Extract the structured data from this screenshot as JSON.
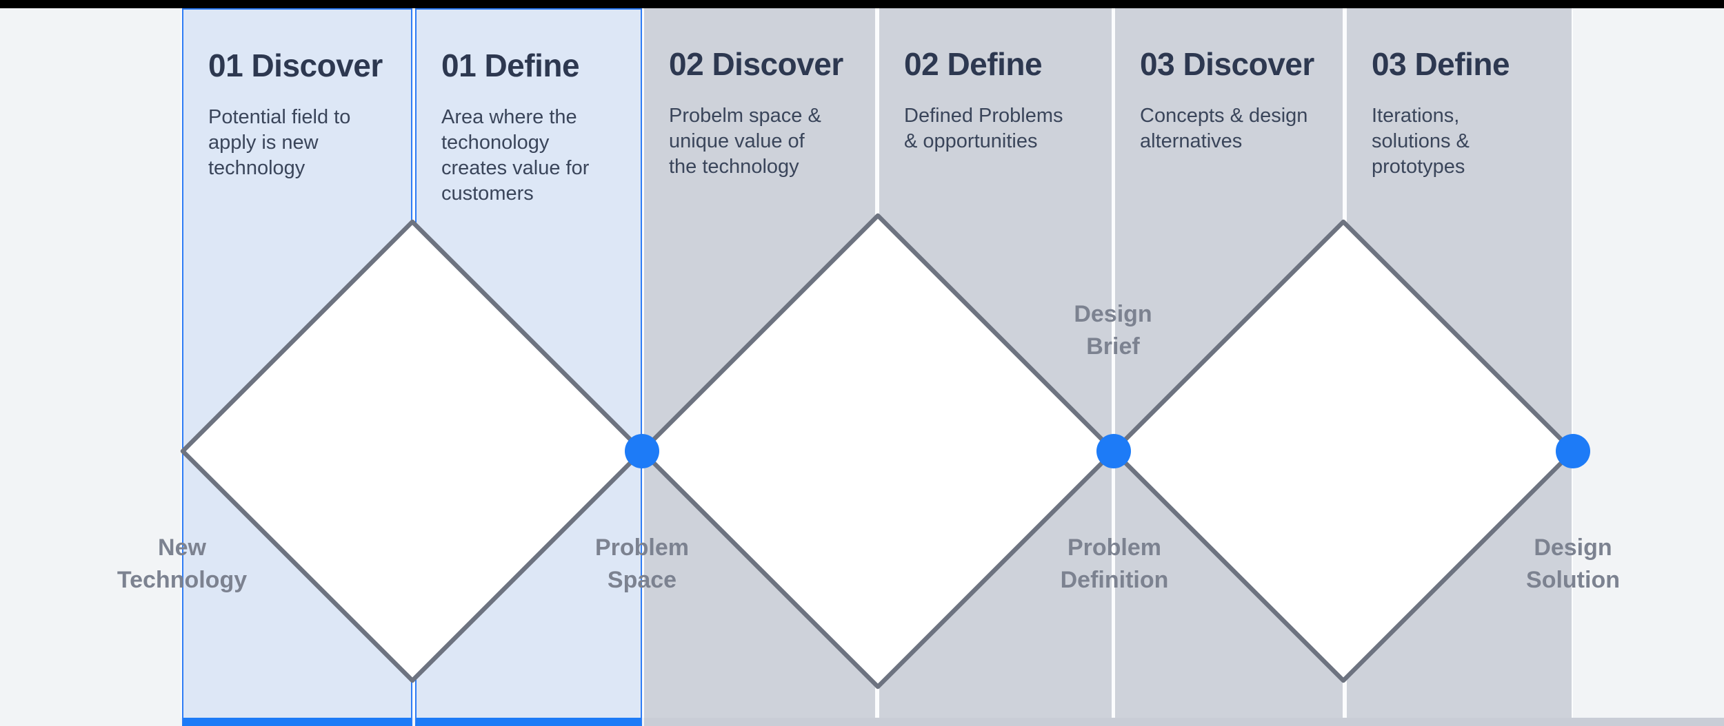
{
  "columns": [
    {
      "title": "01 Discover",
      "description": "Potential field to\napply is new\ntechnology",
      "highlighted": true
    },
    {
      "title": "01 Define",
      "description": "Area where the\ntechonology\ncreates value for\ncustomers",
      "highlighted": true
    },
    {
      "title": "02 Discover",
      "description": "Probelm space &\nunique value of\nthe technology",
      "highlighted": false
    },
    {
      "title": "02 Define",
      "description": "Defined Problems\n& opportunities",
      "highlighted": false
    },
    {
      "title": "03 Discover",
      "description": "Concepts & design\nalternatives",
      "highlighted": false
    },
    {
      "title": "03 Define",
      "description": "Iterations,\nsolutions &\nprototypes",
      "highlighted": false
    }
  ],
  "milestones": {
    "new_technology": "New\nTechnology",
    "problem_space": "Problem\nSpace",
    "design_brief": "Design\nBrief",
    "problem_definition": "Problem\nDefinition",
    "design_solution": "Design\nSolution"
  },
  "colors": {
    "accent_blue": "#1d7bf7",
    "card_border_blue": "#2e7cf5",
    "card_fill_blue": "#dde7f6",
    "column_fill_gray": "#ced2da",
    "bottom_band_gray": "#c9cdd6",
    "diamond_stroke": "#6d7380",
    "title_text": "#2d3850",
    "body_text": "#3a455a",
    "label_text": "#7c8290",
    "background": "#f2f4f6",
    "top_bar": "#000000"
  }
}
